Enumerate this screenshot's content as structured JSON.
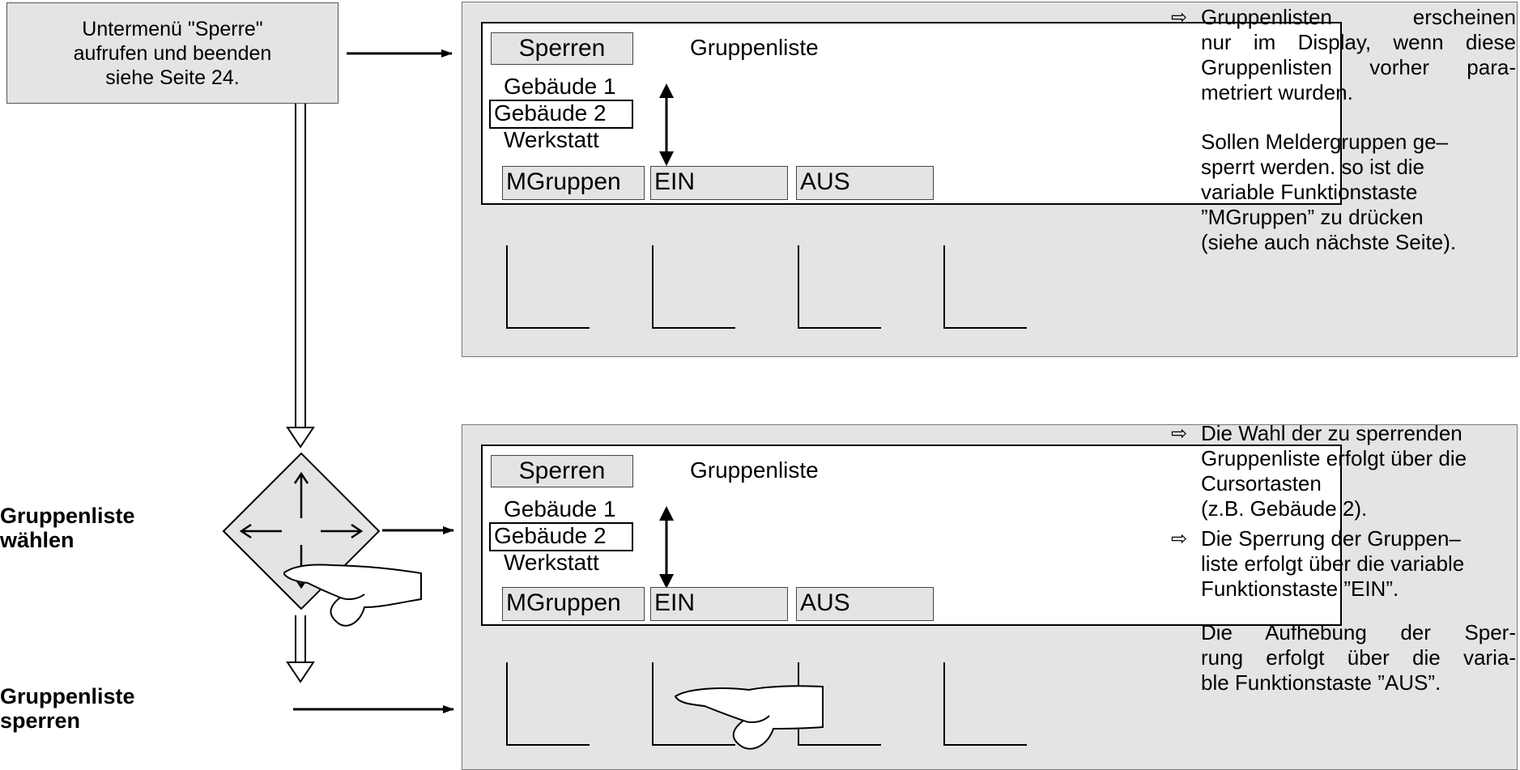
{
  "step_box": {
    "lines": [
      "Untermenü \"Sperre\"",
      "aufrufen und beenden",
      "siehe Seite 24."
    ]
  },
  "labels": {
    "select": [
      "Gruppenliste",
      "wählen"
    ],
    "lock": [
      "Gruppenliste",
      "sperren"
    ]
  },
  "display": {
    "button_sperren": "Sperren",
    "title": "Gruppenliste",
    "items": [
      "Gebäude 1",
      "Gebäude 2",
      "Werkstatt"
    ],
    "selected_index": 1,
    "softkeys": [
      "MGruppen",
      "EIN",
      "AUS"
    ]
  },
  "notes_top": [
    [
      "Gruppenlisten erscheinen",
      "nur im Display, wenn diese",
      "Gruppenlisten vorher para-",
      "metriert wurden."
    ],
    [
      "Sollen Meldergruppen ge–",
      "sperrt werden. so ist die",
      "variable Funktionstaste",
      "”MGruppen” zu  drücken",
      "(siehe auch nächste Seite)."
    ]
  ],
  "notes_bottom": [
    [
      "Die Wahl der zu sperrenden",
      "Gruppenliste erfolgt über die",
      "Cursortasten",
      "(z.B. Gebäude 2)."
    ],
    [
      "Die Sperrung der Gruppen–",
      "liste erfolgt über die variable",
      "Funktionstaste ”EIN”."
    ],
    [
      "Die Aufhebung der Sper-",
      "rung erfolgt über die varia-",
      "ble Funktionstaste ”AUS”."
    ]
  ],
  "icons": {
    "note_arrow": "⇨",
    "cursor_pad": "diamond-cursor-keys-icon",
    "hand": "pointing-hand-icon"
  },
  "colors": {
    "panel": "#e4e4e4",
    "line": "#000000"
  }
}
